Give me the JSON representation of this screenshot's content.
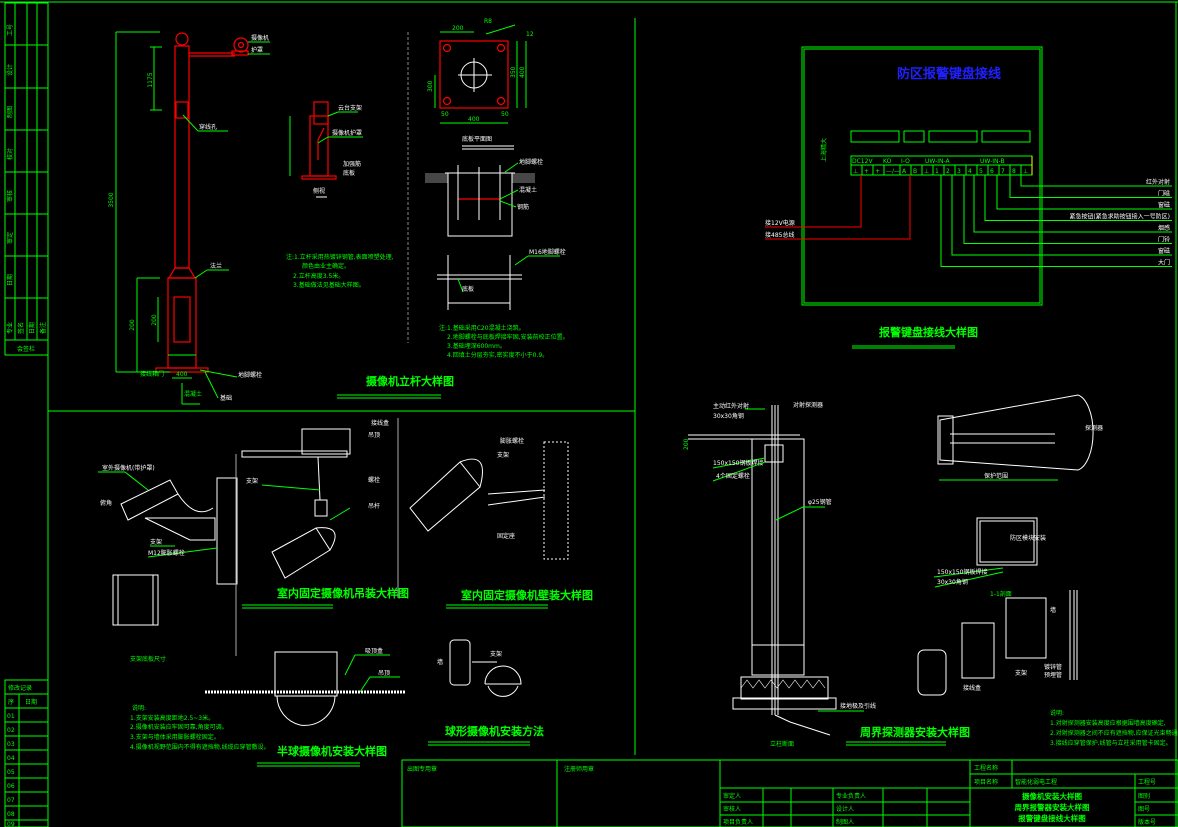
{
  "colors": {
    "frame": "#00ff00",
    "pole": "#ff0000",
    "detail": "#ffffff",
    "title_blue": "#2020ff",
    "terminal": "#ffff00",
    "background": "#000000"
  },
  "left_strip": {
    "labels": [
      "工号",
      "设计",
      "制图",
      "校对",
      "审核",
      "审定",
      "日期"
    ],
    "bottom_row": [
      "专业",
      "签名",
      "日期",
      "备注"
    ],
    "footer": "会签栏"
  },
  "revision": {
    "title": "修改记录",
    "header": [
      "序",
      "日期"
    ],
    "rows": [
      "01",
      "02",
      "03",
      "04",
      "05",
      "06",
      "07",
      "08",
      "09"
    ]
  },
  "pole_detail": {
    "title": "摄像机立杆大样图",
    "dims": [
      "3500",
      "1175",
      "200",
      "200",
      "400"
    ],
    "labels": [
      "摄像机",
      "护罩",
      "穿线孔",
      "法兰",
      "接线箱门",
      "地脚螺栓",
      "基础",
      "混凝土"
    ],
    "side_labels": [
      "云台支架",
      "摄像机护罩",
      "加强筋",
      "底板"
    ],
    "side_caption": "侧视",
    "notes": [
      "注:1.立杆采用热镀锌钢管,表面喷塑处理,",
      "颜色由业主确定。",
      "2.立杆高度3.5米。",
      "3.基础做法见基础大样图。"
    ]
  },
  "base_detail": {
    "plate_caption": "底板平面图",
    "dims": [
      "200",
      "400",
      "300",
      "50",
      "350",
      "400",
      "50",
      "R8",
      "12"
    ],
    "labels": [
      "地脚螺栓",
      "混凝土",
      "钢筋",
      "M16地脚螺栓",
      "底板"
    ],
    "notes": [
      "注:1.基础采用C20混凝土浇筑。",
      "2.地脚螺栓与底板焊接牢固,安装前校正位置。",
      "3.基础埋深600mm。",
      "4.回填土分层夯实,密实度不小于0.9。"
    ]
  },
  "keyboard": {
    "title": "防区报警键盘接线",
    "caption": "报警键盘接线大样图",
    "brand": "上海精大",
    "groups": [
      "DC12V",
      "KO",
      "I-O",
      "UW-IN-A",
      "UW-IN-B"
    ],
    "terminals": [
      "⊥",
      "+",
      "+",
      "—/—",
      "A",
      "B",
      "⊥",
      "1",
      "2",
      "3",
      "4",
      "5",
      "6",
      "7",
      "8",
      "⊥"
    ],
    "left_labels": [
      "接12V电源",
      "接485总线"
    ],
    "right_labels": [
      "红外对射",
      "门磁",
      "窗磁",
      "紧急按钮(紧急求助按钮接入一号防区)",
      "烟感",
      "门铃",
      "窗磁",
      "大门"
    ]
  },
  "bracket_detail": {
    "labels": [
      "室外摄像机(带护罩)",
      "俯角",
      "支架",
      "M12膨胀螺栓"
    ],
    "plate_caption": "支架底板尺寸",
    "notes_title": "说明:",
    "notes": [
      "1.支架安装高度距地2.5~3米。",
      "2.摄像机安装应牢固可靠,角度可调。",
      "3.支架与墙体采用膨胀螺栓固定。",
      "4.摄像机视野范围内不得有遮挡物,线缆应穿管敷设。"
    ]
  },
  "ceiling_mount": {
    "title": "室内固定摄像机吊装大样图",
    "labels": [
      "接线盒",
      "吊顶",
      "螺栓",
      "支架",
      "吊杆"
    ]
  },
  "wall_mount": {
    "title": "室内固定摄像机壁装大样图",
    "labels": [
      "膨胀螺栓",
      "支架",
      "固定座"
    ]
  },
  "dome_mount": {
    "title": "半球摄像机安装大样图",
    "labels": [
      "吸顶盒",
      "吊顶"
    ]
  },
  "ball_mount": {
    "title": "球形摄像机安装方法",
    "labels": [
      "墙",
      "支架"
    ]
  },
  "perimeter": {
    "title": "周界探测器安装大样图",
    "labels": [
      "主动红外对射",
      "30x30角钢",
      "对射探测器",
      "150x150钢板焊接",
      "4个固定螺栓",
      "φ25钢管",
      "接地极及引线",
      "探测器",
      "保护范围",
      "防区模块安装",
      "150x150钢板焊接",
      "30x30角钢",
      "1-1剖面",
      "接线盒",
      "支架",
      "墙",
      "镀锌管",
      "预埋管"
    ],
    "section_caption": "立柱断面",
    "dim": "200",
    "notes_title": "说明:",
    "notes": [
      "1.对射探测器安装高度应根据围墙高度确定,",
      "2.对射探测器之间不应有遮挡物,应保证光束畅通。",
      "3.接线应穿管保护,线管与立柱采用管卡固定。"
    ]
  },
  "title_block": {
    "seal1": "出图专用章",
    "seal2": "注册师用章",
    "project_name_label": "工程名称",
    "item_name_label": "项目名称",
    "item_name": "智能化弱电工程",
    "project_no_label": "工程号",
    "roles": [
      "审定人",
      "审核人",
      "项目负责人",
      "专业负责人",
      "设计人",
      "制图人"
    ],
    "drawing_title": [
      "摄像机安装大样图",
      "周界报警器安装大样图",
      "报警键盘接线大样图"
    ],
    "fields": [
      "图别",
      "图号",
      "版本号"
    ]
  }
}
